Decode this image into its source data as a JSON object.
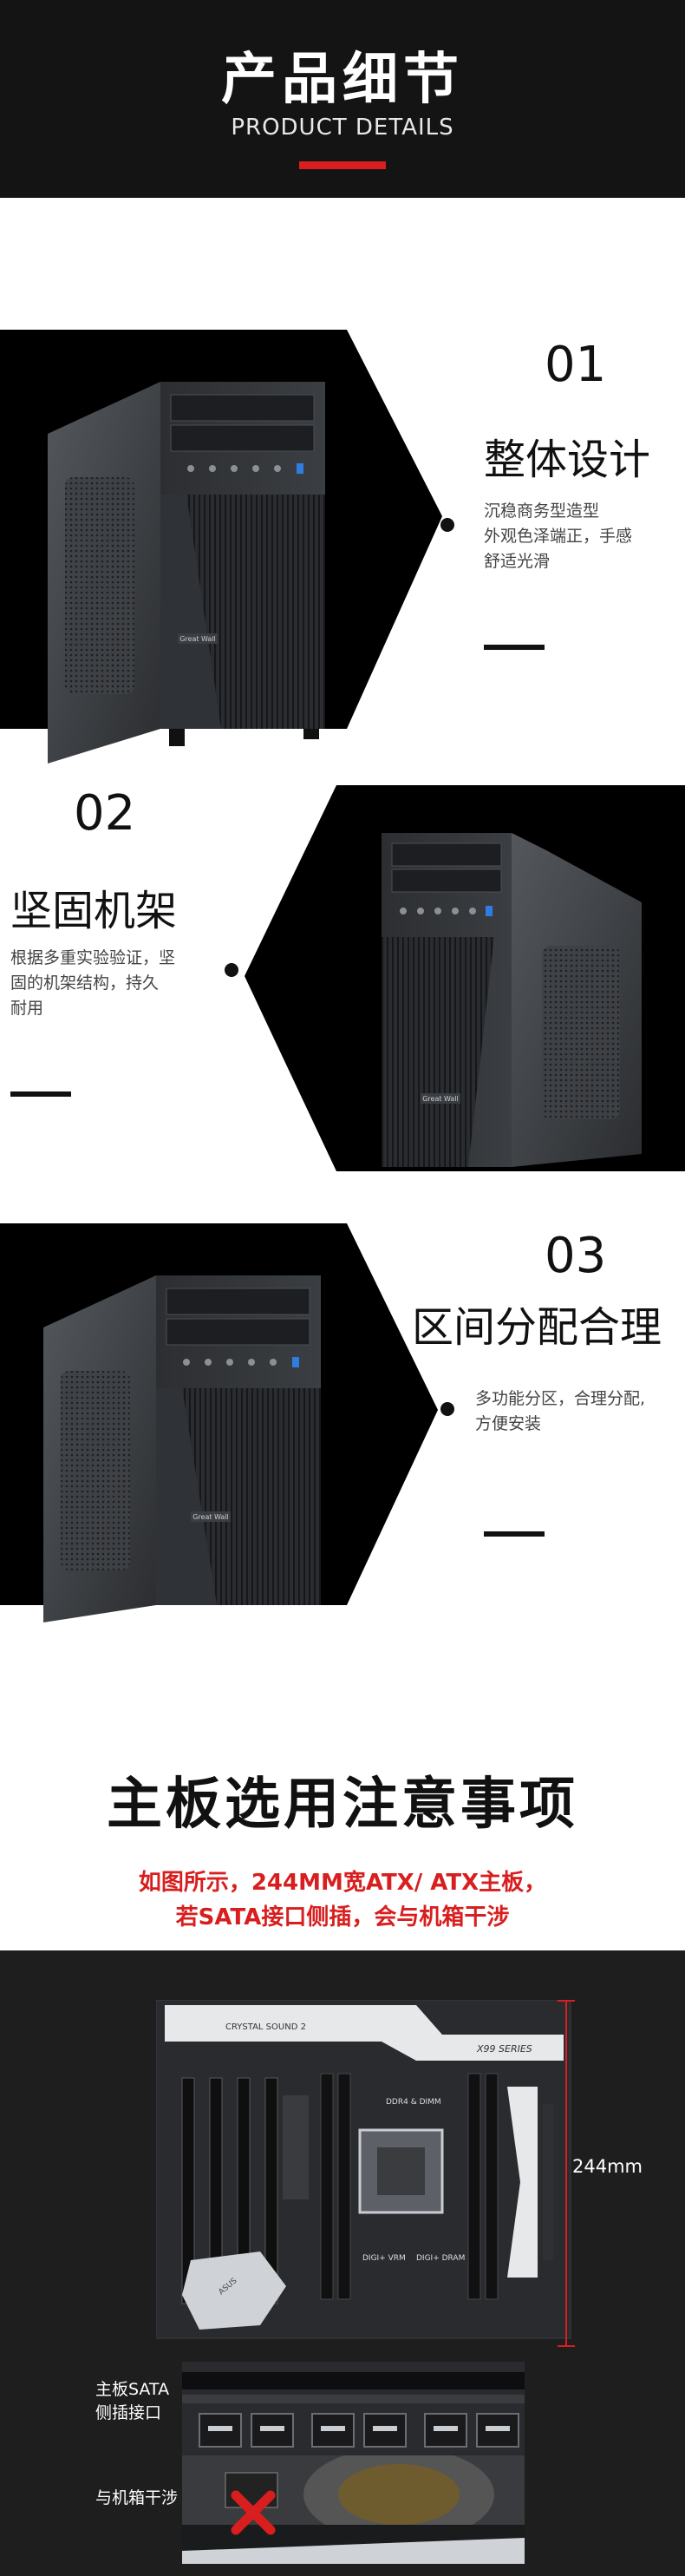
{
  "header": {
    "title": "产品细节",
    "subtitle": "PRODUCT DETAILS"
  },
  "features": [
    {
      "num": "01",
      "title": "整体设计",
      "desc": [
        "沉稳商务型造型",
        "外观色泽端正，手感",
        "舒适光滑"
      ]
    },
    {
      "num": "02",
      "title": "坚固机架",
      "desc": [
        "根据多重实验验证，坚",
        "固的机架结构，持久",
        "耐用"
      ]
    },
    {
      "num": "03",
      "title": "区间分配合理",
      "desc": [
        "多功能分区，合理分配,",
        "方便安装"
      ]
    }
  ],
  "case_logo": "Great Wall",
  "motherboard": {
    "heading": "主板选用注意事项",
    "note_lines": [
      "如图所示，244MM宽ATX/ ATX主板，",
      "若SATA接口侧插，会与机箱干涉"
    ],
    "dimension": "244mm",
    "board_labels": [
      "CRYSTAL SOUND 2",
      "X99 SERIES",
      "DDR4 & DIMM",
      "DIGI+ VRM",
      "DIGI+ DRAM"
    ],
    "sata_label": [
      "主板SATA",
      "侧插接口"
    ],
    "interfere_label": "与机箱干涉"
  },
  "colors": {
    "accent": "#d81e1e",
    "dark": "#141414"
  }
}
